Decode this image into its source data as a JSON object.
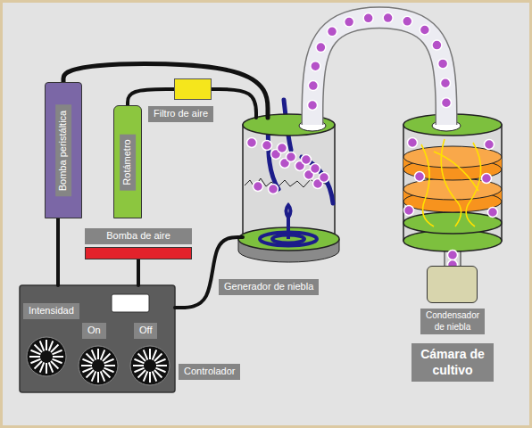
{
  "diagram": {
    "nodes": [
      {
        "text": [
          "Bomba peristáltica"
        ]
      },
      {
        "text": [
          "Rotámetro"
        ]
      },
      {
        "text": [
          "Filtro de aire"
        ]
      },
      {
        "text": [
          "Bomba de aire"
        ]
      },
      {
        "text": [
          "Intensidad",
          "On",
          "Off",
          "Controlador"
        ]
      },
      {
        "text": [
          "Generador de niebla"
        ]
      },
      {
        "text": [
          "Cámara de cultivo"
        ]
      },
      {
        "text": [
          "Condensador de niebla"
        ]
      }
    ],
    "edges": [
      {
        "from": 0,
        "to": 5,
        "arrow": "none"
      },
      {
        "from": 1,
        "to": 2,
        "arrow": "none"
      },
      {
        "from": 2,
        "to": 5,
        "arrow": "none"
      },
      {
        "from": 0,
        "to": 4,
        "arrow": "none"
      },
      {
        "from": 3,
        "to": 4,
        "arrow": "none"
      },
      {
        "from": 4,
        "to": 5,
        "arrow": "none"
      },
      {
        "from": 5,
        "to": 6,
        "arrow": "none"
      }
    ]
  }
}
